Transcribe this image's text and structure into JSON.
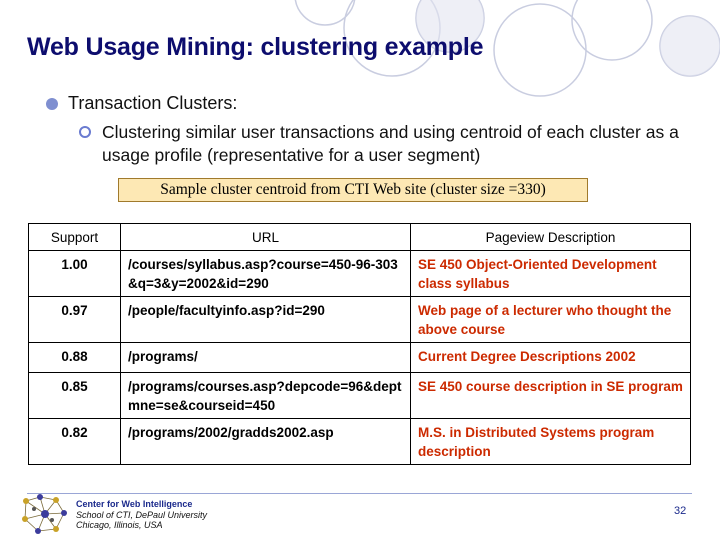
{
  "slide": {
    "title": "Web Usage Mining: clustering example",
    "bullet1": "Transaction Clusters:",
    "bullet2": "Clustering similar user transactions and using centroid of each cluster as a usage profile (representative for a user segment)",
    "caption": "Sample cluster centroid from CTI Web site (cluster size =330)"
  },
  "table": {
    "headers": [
      "Support",
      "URL",
      "Pageview Description"
    ],
    "rows": [
      {
        "support": "1.00",
        "url": "/courses/syllabus.asp?course=450-96-303&q=3&y=2002&id=290",
        "desc": "SE 450 Object-Oriented Development class syllabus"
      },
      {
        "support": "0.97",
        "url": "/people/facultyinfo.asp?id=290",
        "desc": "Web page of a lecturer who thought the above course"
      },
      {
        "support": "0.88",
        "url": "/programs/",
        "desc": "Current Degree Descriptions 2002"
      },
      {
        "support": "0.85",
        "url": "/programs/courses.asp?depcode=96&deptmne=se&courseid=450",
        "desc": "SE 450 course description in SE program"
      },
      {
        "support": "0.82",
        "url": "/programs/2002/gradds2002.asp",
        "desc": "M.S. in Distributed Systems program description"
      }
    ]
  },
  "footer": {
    "org": "Center for Web Intelligence",
    "school": "School of CTI, DePaul University",
    "city": "Chicago, Illinois, USA",
    "page": "32"
  },
  "colors": {
    "title": "#0d0d6e",
    "desc_text": "#cc2a00",
    "caption_bg": "#fde8b4"
  }
}
